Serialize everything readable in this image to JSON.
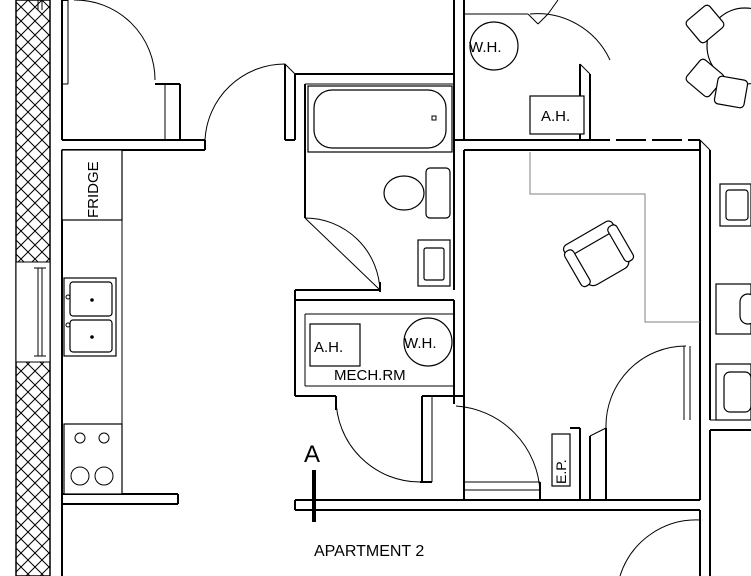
{
  "plan": {
    "labels": {
      "wh_top": "W.H.",
      "ah_top": "A.H.",
      "fridge": "FRIDGE",
      "ah_mech": "A.H.",
      "wh_mech": "W.H.",
      "mech_rm": "MECH.RM",
      "ep": "E.P.",
      "section_marker": "A",
      "apartment": "APARTMENT 2"
    },
    "colors": {
      "line": "#000000",
      "furniture": "#808080",
      "background": "#ffffff"
    }
  }
}
